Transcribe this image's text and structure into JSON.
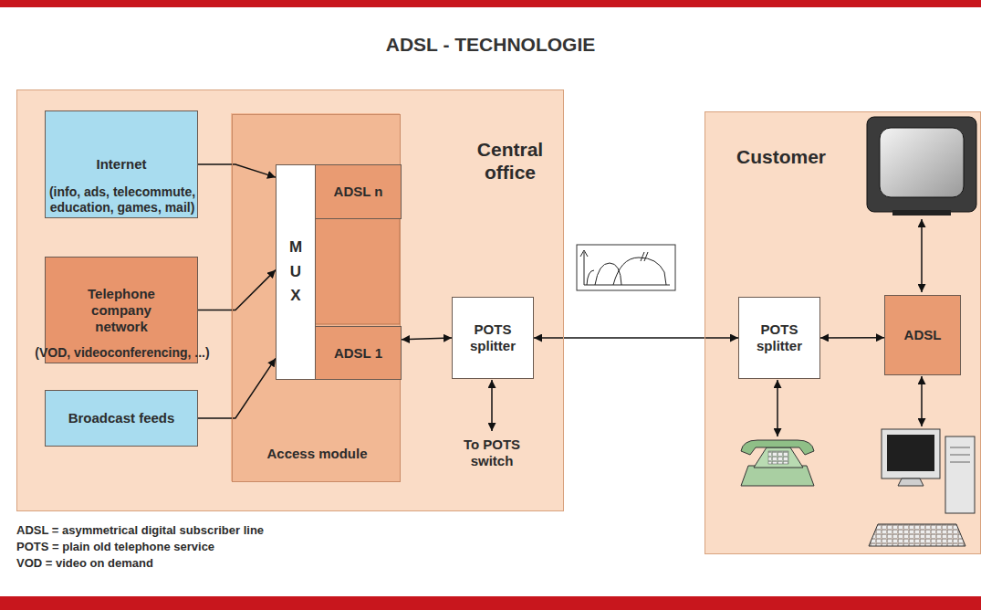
{
  "diagram": {
    "title": "ADSL - TECHNOLOGIE",
    "nodes": [
      {
        "text": [
          "Central office"
        ]
      },
      {
        "text": [
          "Internet",
          "(info, ads, telecommute, education, games, mail)"
        ],
        "in": 0
      },
      {
        "text": [
          "Telephone company network",
          "(VOD, videoconferencing, ...)"
        ],
        "in": 0
      },
      {
        "text": [
          "Broadcast feeds"
        ],
        "in": 0
      },
      {
        "text": [
          "Access module"
        ],
        "in": 0
      },
      {
        "text": [
          "MUX"
        ],
        "in": 4
      },
      {
        "text": [
          "ADSL n"
        ],
        "in": 4
      },
      {
        "text": [
          "ADSL 1"
        ],
        "in": 4
      },
      {
        "text": [
          "POTS splitter"
        ],
        "in": 0
      },
      {
        "text": [
          "Customer"
        ]
      },
      {
        "text": [
          "POTS splitter"
        ],
        "in": 9
      },
      {
        "text": [
          "ADSL"
        ],
        "in": 9
      }
    ],
    "edges": [
      {
        "from": 1,
        "to": 5,
        "arrow": "to"
      },
      {
        "from": 2,
        "to": 5,
        "arrow": "to"
      },
      {
        "from": 3,
        "to": 5,
        "arrow": "to"
      },
      {
        "from": 7,
        "to": 8,
        "arrow": "both"
      },
      {
        "from": 8,
        "to": 10,
        "arrow": "both"
      },
      {
        "from": 10,
        "to": 11,
        "arrow": "both"
      }
    ],
    "labels": [
      "To POTS switch",
      "ADSL = asymmetrical digital subscriber line",
      "POTS = plain old telephone service",
      "VOD = video on demand"
    ]
  }
}
